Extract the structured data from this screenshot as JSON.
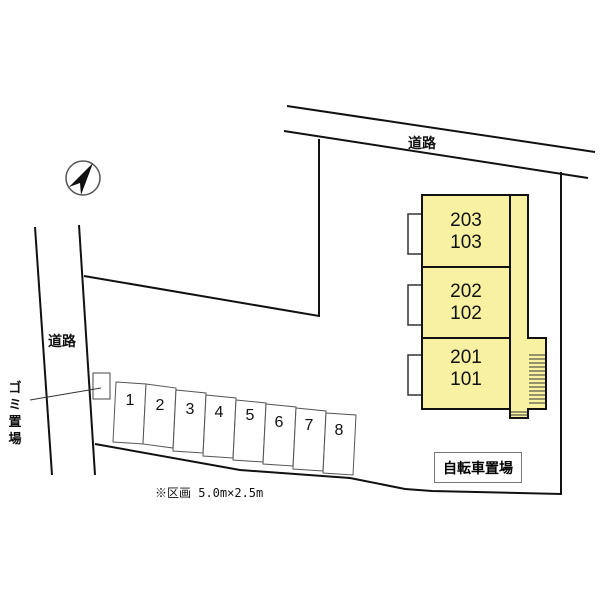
{
  "roads": {
    "top_label": "道路",
    "left_label": "道路"
  },
  "garbage_area": {
    "label_chars": [
      "ゴ",
      "ミ",
      "置",
      "場"
    ]
  },
  "building": {
    "fill_color": "#f8f1a2",
    "units": [
      {
        "upper": "203",
        "lower": "103"
      },
      {
        "upper": "202",
        "lower": "102"
      },
      {
        "upper": "201",
        "lower": "101"
      }
    ]
  },
  "parking": {
    "slots": [
      "1",
      "2",
      "3",
      "4",
      "5",
      "6",
      "7",
      "8"
    ],
    "note": "※区画 5.0m×2.5m"
  },
  "bicycle_parking": {
    "label": "自転車置場"
  },
  "compass": {
    "icon": "north-arrow-icon"
  }
}
